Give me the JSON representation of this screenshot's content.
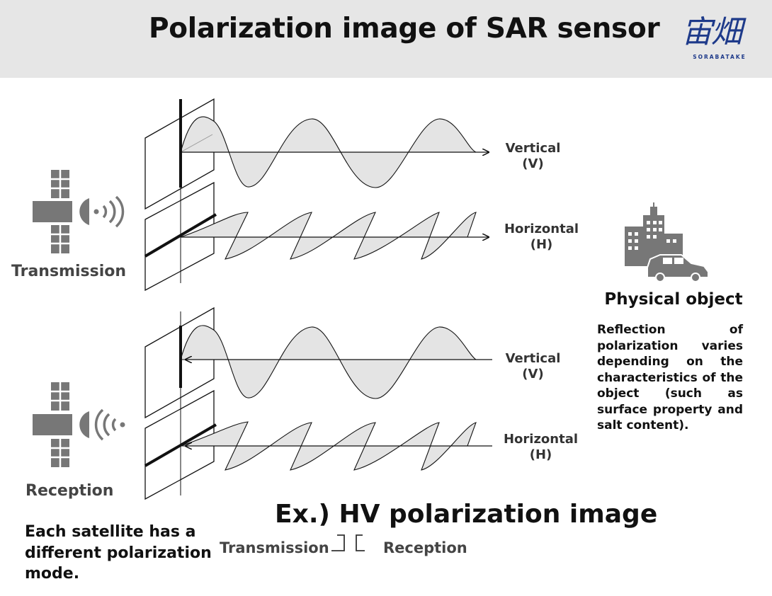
{
  "header": {
    "title": "Polarization image of SAR sensor",
    "logo_brand": "SORABATAKE",
    "logo_glyphs": "宙畑"
  },
  "transmission": {
    "label": "Transmission",
    "vertical_label": [
      "Vertical",
      "(V)"
    ],
    "horizontal_label": [
      "Horizontal",
      "(H)"
    ]
  },
  "reception": {
    "label": "Reception",
    "vertical_label": [
      "Vertical",
      "(V)"
    ],
    "horizontal_label": [
      "Horizontal",
      "(H)"
    ]
  },
  "physical_object": {
    "title": "Physical object",
    "description": "Reflection of polarization varies depending on the characteristics of the object (such as surface property and salt content)."
  },
  "note": "Each satellite has a different polarization mode.",
  "example": {
    "title": "Ex.) HV polarization image",
    "transmission": "Transmission",
    "reception": "Reception"
  },
  "icons": [
    "satellite-icon",
    "signal-waves-icon",
    "city-buildings-icon",
    "car-icon"
  ],
  "colors": {
    "header_bg": "#e6e6e6",
    "wave_fill": "#e4e4e4",
    "icon_gray": "#777777",
    "logo_blue": "#1e3a8a"
  }
}
